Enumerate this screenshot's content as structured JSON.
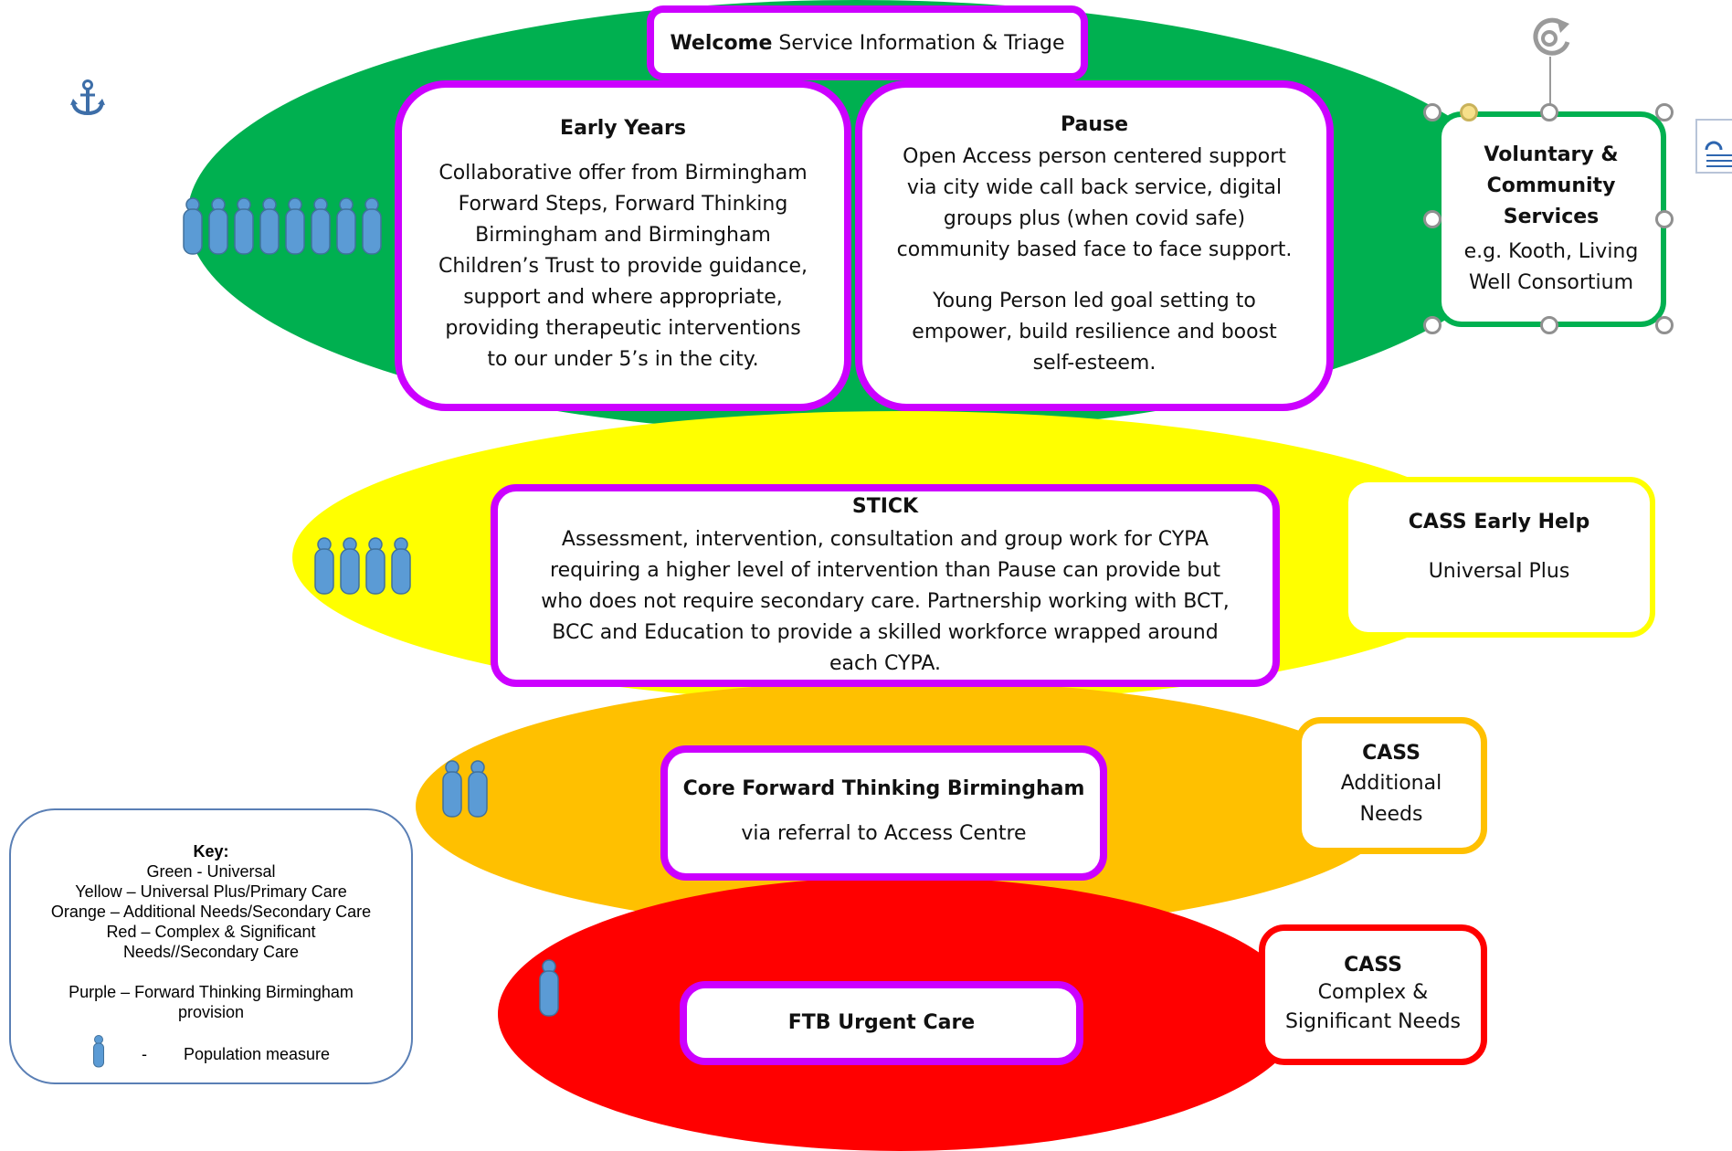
{
  "welcome": {
    "bold": "Welcome",
    "rest": " Service Information & Triage"
  },
  "early_years": {
    "title": "Early Years",
    "body": "Collaborative offer from Birmingham Forward Steps, Forward Thinking Birmingham and Birmingham Children’s Trust to provide guidance, support and where appropriate, providing therapeutic interventions to our under 5’s in the city."
  },
  "pause": {
    "title": "Pause",
    "body1": "Open Access person centered support via city wide call back service, digital groups plus (when covid safe) community based face to face support.",
    "body2": "Young Person led goal setting to empower, build resilience and boost self-esteem."
  },
  "voluntary": {
    "title": "Voluntary & Community Services",
    "body": "e.g. Kooth, Living Well Consortium"
  },
  "stick": {
    "title": "STICK",
    "body": "Assessment, intervention, consultation and group work for CYPA requiring a higher level of intervention than Pause can provide but who does not require secondary care. Partnership working with BCT, BCC and Education to provide a skilled workforce wrapped around each CYPA."
  },
  "cass_early_help": {
    "title": "CASS Early Help",
    "body": "Universal Plus"
  },
  "core_ftb": {
    "title": "Core Forward Thinking Birmingham",
    "body": "via referral to Access Centre"
  },
  "cass_additional": {
    "title": "CASS",
    "body": "Additional Needs"
  },
  "ftb_urgent": {
    "title": "FTB Urgent Care"
  },
  "cass_complex": {
    "title": "CASS",
    "body": "Complex & Significant Needs"
  },
  "key": {
    "title": "Key:",
    "green": "Green - Universal",
    "yellow": "Yellow – Universal Plus/Primary Care",
    "orange": "Orange – Additional Needs/Secondary Care",
    "red1": "Red – Complex & Significant",
    "red2": "Needs//Secondary Care",
    "purple1": "Purple – Forward Thinking Birmingham",
    "purple2": "provision",
    "dash": "-",
    "pop": "Population measure"
  },
  "population": {
    "green": 8,
    "yellow": 4,
    "orange": 2,
    "red": 1
  },
  "colors": {
    "green": "#00b050",
    "yellow": "#ffff00",
    "orange": "#ffc000",
    "red": "#ff0000",
    "purple": "#cc00ff",
    "figure": "#5b9bd5"
  },
  "icons": {
    "anchor": "anchor-icon",
    "rotate": "rotate-handle-icon",
    "layout": "layout-options-icon"
  }
}
